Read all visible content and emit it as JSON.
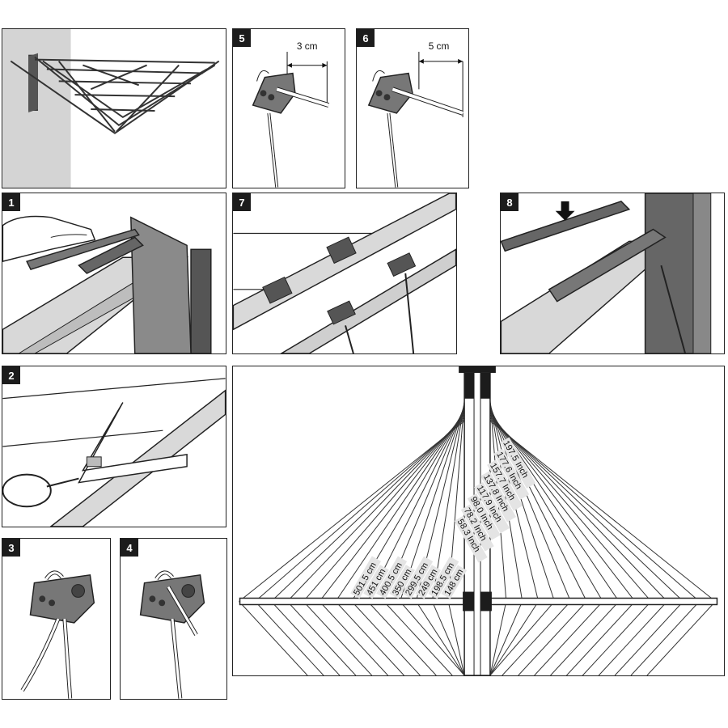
{
  "steps": [
    {
      "id": "5",
      "label": "5"
    },
    {
      "id": "6",
      "label": "6"
    },
    {
      "id": "1",
      "label": "1"
    },
    {
      "id": "7",
      "label": "7"
    },
    {
      "id": "8",
      "label": "8"
    },
    {
      "id": "2",
      "label": "2"
    },
    {
      "id": "3",
      "label": "3"
    },
    {
      "id": "4",
      "label": "4"
    }
  ],
  "dimensions": {
    "step5_gap": "3 cm",
    "step6_gap": "5 cm"
  },
  "line_lengths": {
    "cm": [
      "501.5 cm",
      "451 cm",
      "400.5 cm",
      "350 cm",
      "299.5 cm",
      "249 cm",
      "198.5 cm",
      "148 cm"
    ],
    "inch": [
      "197.5 Inch",
      "177.6 Inch",
      "157.7 Inch",
      "137.8 Inch",
      "117.9 Inch",
      "98.0 Inch",
      "78.2 Inch",
      "58.3 Inch"
    ]
  },
  "colors": {
    "ink": "#1c1c1c",
    "frame_grey": "#5a5a5a",
    "light_grey": "#d9d9d9",
    "mid_grey": "#a8a8a8"
  }
}
